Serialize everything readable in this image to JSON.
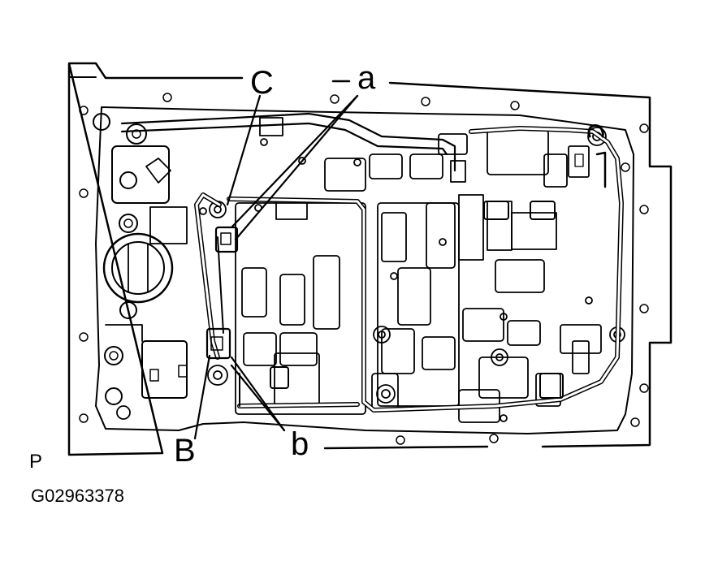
{
  "callouts": {
    "C": "C",
    "a": "a",
    "B": "B",
    "b": "b"
  },
  "view_marker": "P",
  "figure_code": "G02963378",
  "colors": {
    "ink": "#000000",
    "paper": "#ffffff"
  }
}
